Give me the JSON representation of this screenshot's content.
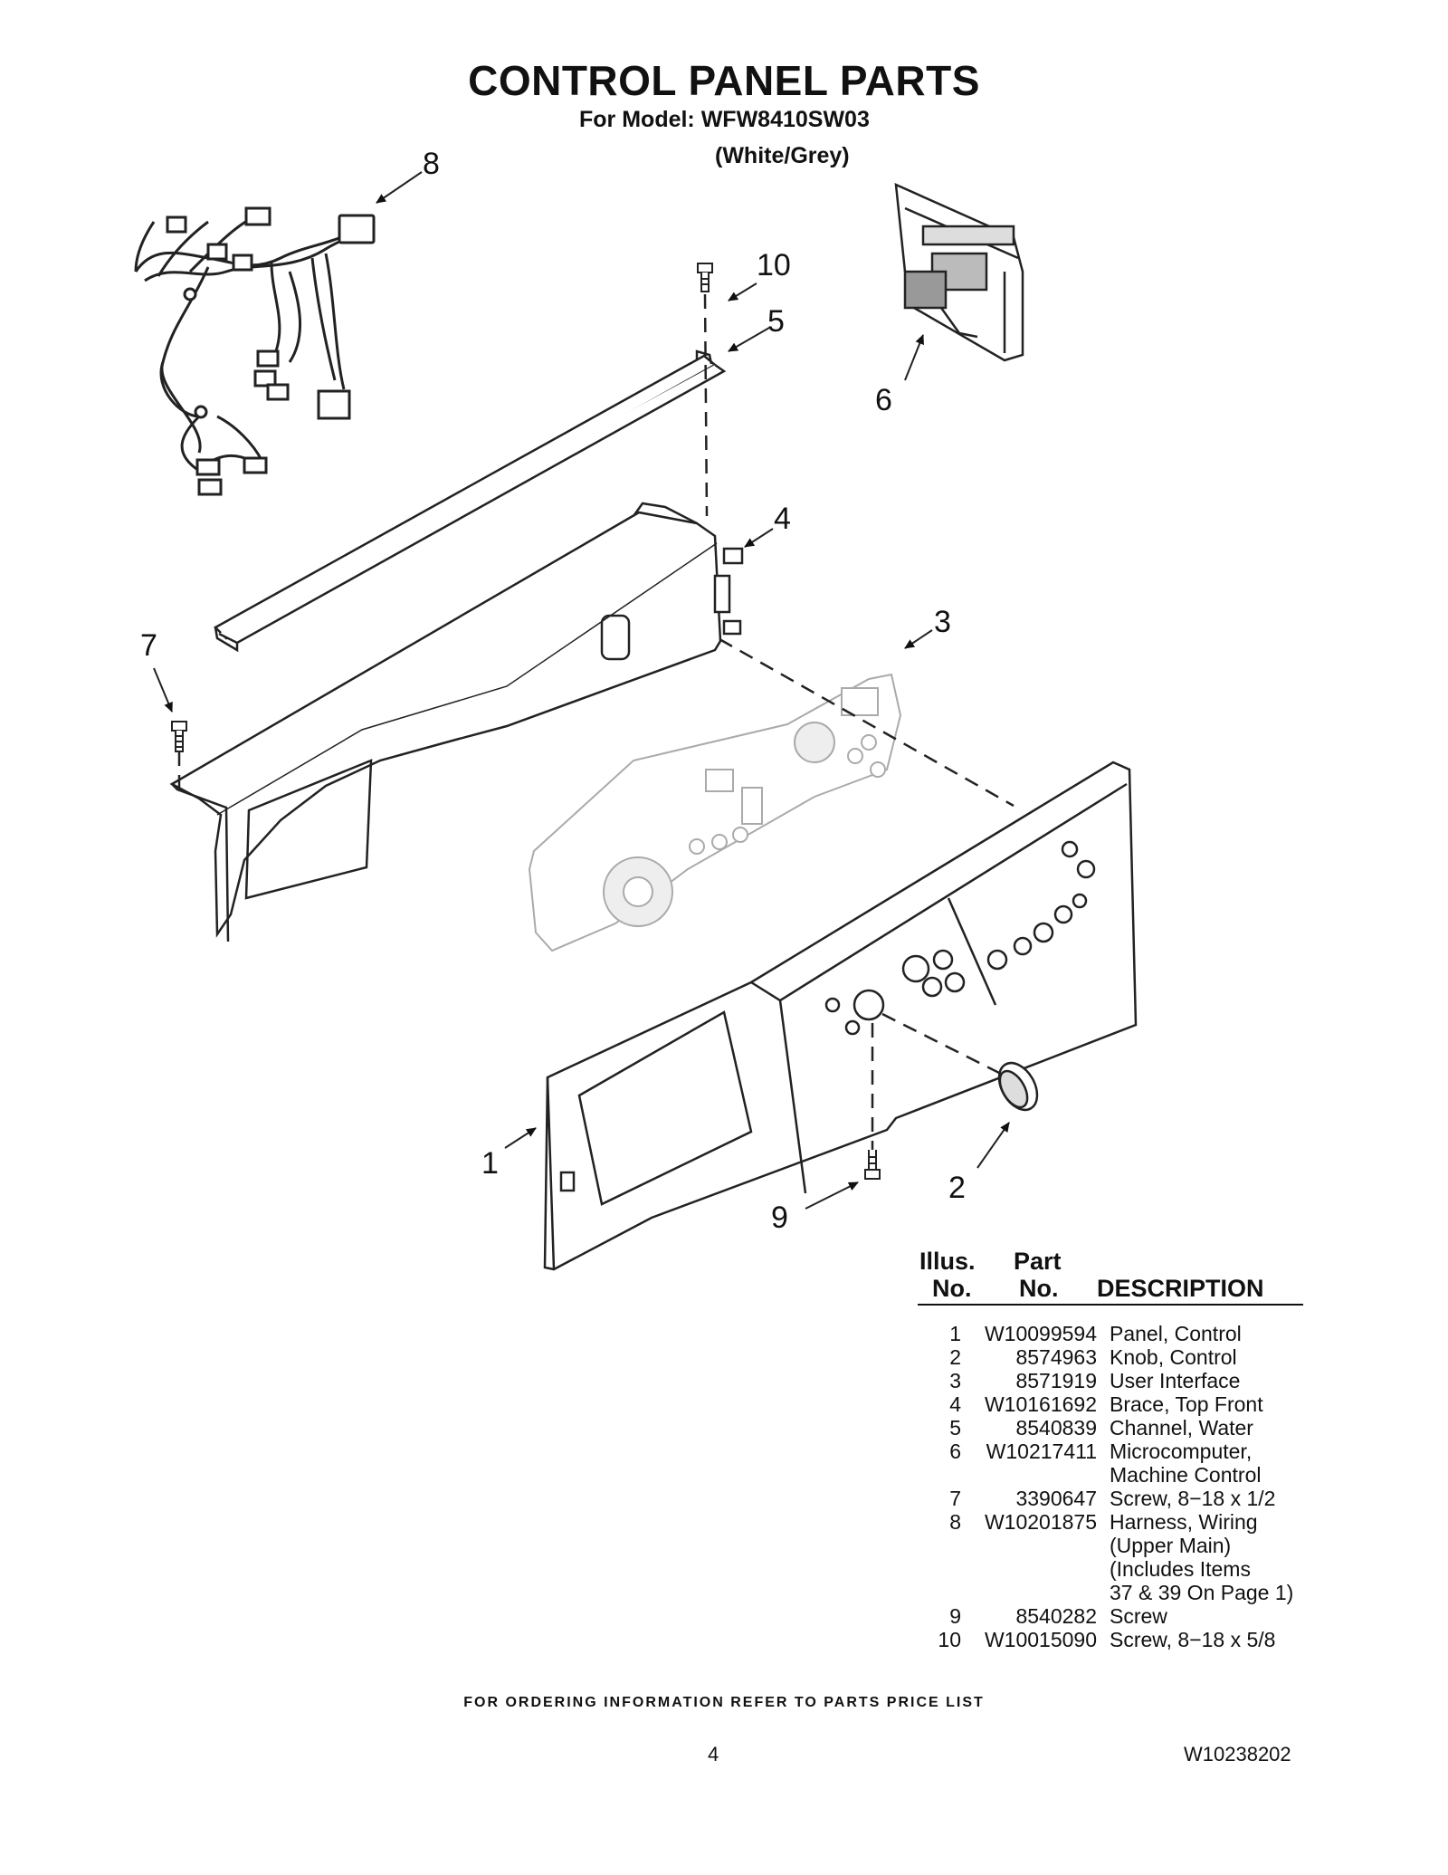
{
  "header": {
    "title": "CONTROL PANEL PARTS",
    "model_line": "For Model: WFW8410SW03",
    "color_line": "(White/Grey)"
  },
  "callouts": [
    "8",
    "10",
    "5",
    "6",
    "4",
    "7",
    "3",
    "1",
    "2",
    "9"
  ],
  "table": {
    "col_illus_1": "Illus.",
    "col_illus_2": "No.",
    "col_part_1": "Part",
    "col_part_2": "No.",
    "col_desc": "DESCRIPTION",
    "rows": [
      {
        "no": "1",
        "part": "W10099594",
        "desc": [
          "Panel, Control"
        ]
      },
      {
        "no": "2",
        "part": "8574963",
        "desc": [
          "Knob, Control"
        ]
      },
      {
        "no": "3",
        "part": "8571919",
        "desc": [
          "User Interface"
        ]
      },
      {
        "no": "4",
        "part": "W10161692",
        "desc": [
          "Brace, Top Front"
        ]
      },
      {
        "no": "5",
        "part": "8540839",
        "desc": [
          "Channel, Water"
        ]
      },
      {
        "no": "6",
        "part": "W10217411",
        "desc": [
          "Microcomputer,",
          "Machine Control"
        ]
      },
      {
        "no": "7",
        "part": "3390647",
        "desc": [
          "Screw, 8−18 x 1/2"
        ]
      },
      {
        "no": "8",
        "part": "W10201875",
        "desc": [
          "Harness, Wiring",
          "(Upper Main)",
          "(Includes Items",
          "37 & 39 On Page 1)"
        ]
      },
      {
        "no": "9",
        "part": "8540282",
        "desc": [
          "Screw"
        ]
      },
      {
        "no": "10",
        "part": "W10015090",
        "desc": [
          "Screw, 8−18 x 5/8"
        ]
      }
    ]
  },
  "footer": {
    "ordering_note": "FOR ORDERING INFORMATION REFER TO PARTS PRICE LIST",
    "page_number": "4",
    "document_id": "W10238202"
  }
}
